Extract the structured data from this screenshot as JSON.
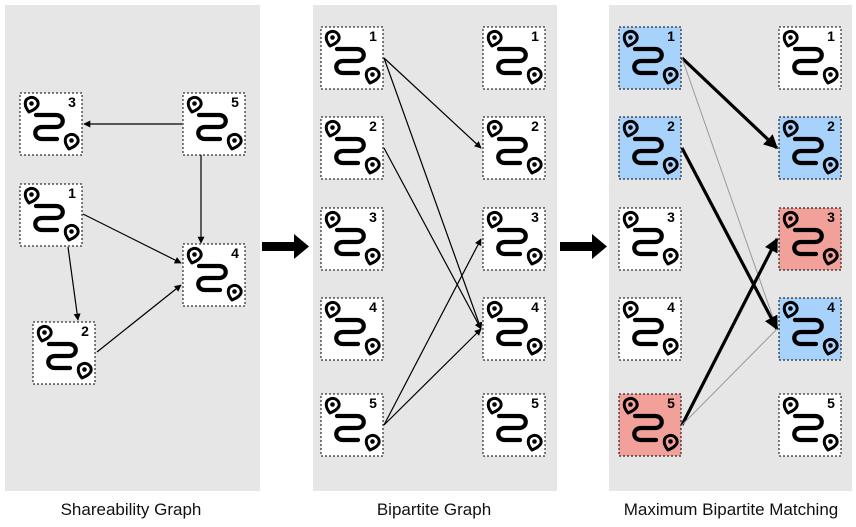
{
  "panels": [
    {
      "id": "shareability",
      "caption": "Shareability Graph",
      "nodes": [
        {
          "id": "3",
          "label": "3",
          "fill": "#ffffff"
        },
        {
          "id": "5",
          "label": "5",
          "fill": "#ffffff"
        },
        {
          "id": "1",
          "label": "1",
          "fill": "#ffffff"
        },
        {
          "id": "4",
          "label": "4",
          "fill": "#ffffff"
        },
        {
          "id": "2",
          "label": "2",
          "fill": "#ffffff"
        }
      ],
      "edges": [
        {
          "from": "5",
          "to": "3"
        },
        {
          "from": "5",
          "to": "4"
        },
        {
          "from": "1",
          "to": "4"
        },
        {
          "from": "1",
          "to": "2"
        },
        {
          "from": "2",
          "to": "4"
        }
      ]
    },
    {
      "id": "bipartite",
      "caption": "Bipartite Graph",
      "left_nodes": [
        {
          "id": "L1",
          "label": "1",
          "fill": "#ffffff"
        },
        {
          "id": "L2",
          "label": "2",
          "fill": "#ffffff"
        },
        {
          "id": "L3",
          "label": "3",
          "fill": "#ffffff"
        },
        {
          "id": "L4",
          "label": "4",
          "fill": "#ffffff"
        },
        {
          "id": "L5",
          "label": "5",
          "fill": "#ffffff"
        }
      ],
      "right_nodes": [
        {
          "id": "R1",
          "label": "1",
          "fill": "#ffffff"
        },
        {
          "id": "R2",
          "label": "2",
          "fill": "#ffffff"
        },
        {
          "id": "R3",
          "label": "3",
          "fill": "#ffffff"
        },
        {
          "id": "R4",
          "label": "4",
          "fill": "#ffffff"
        },
        {
          "id": "R5",
          "label": "5",
          "fill": "#ffffff"
        }
      ],
      "edges": [
        {
          "from": "L1",
          "to": "R2"
        },
        {
          "from": "L1",
          "to": "R4"
        },
        {
          "from": "L2",
          "to": "R4"
        },
        {
          "from": "L5",
          "to": "R3"
        },
        {
          "from": "L5",
          "to": "R4"
        }
      ]
    },
    {
      "id": "matching",
      "caption": "Maximum Bipartite Matching",
      "left_nodes": [
        {
          "id": "L1",
          "label": "1",
          "fill": "#a6d2fb"
        },
        {
          "id": "L2",
          "label": "2",
          "fill": "#a6d2fb"
        },
        {
          "id": "L3",
          "label": "3",
          "fill": "#ffffff"
        },
        {
          "id": "L4",
          "label": "4",
          "fill": "#ffffff"
        },
        {
          "id": "L5",
          "label": "5",
          "fill": "#f2a09a"
        }
      ],
      "right_nodes": [
        {
          "id": "R1",
          "label": "1",
          "fill": "#ffffff"
        },
        {
          "id": "R2",
          "label": "2",
          "fill": "#a6d2fb"
        },
        {
          "id": "R3",
          "label": "3",
          "fill": "#f2a09a"
        },
        {
          "id": "R4",
          "label": "4",
          "fill": "#a6d2fb"
        },
        {
          "id": "R5",
          "label": "5",
          "fill": "#ffffff"
        }
      ],
      "edges": [
        {
          "from": "L1",
          "to": "R2",
          "matched": true
        },
        {
          "from": "L1",
          "to": "R4",
          "matched": false
        },
        {
          "from": "L2",
          "to": "R4",
          "matched": true
        },
        {
          "from": "L5",
          "to": "R3",
          "matched": true
        },
        {
          "from": "L5",
          "to": "R4",
          "matched": false
        }
      ]
    }
  ],
  "colors": {
    "panel_bg": "#e6e6e6",
    "matched_blue": "#a6d2fb",
    "matched_red": "#f2a09a",
    "unmatched_edge": "#9a9a9a"
  },
  "icons": {
    "node": "route-pin-icon",
    "transition": "right-arrow-icon"
  }
}
